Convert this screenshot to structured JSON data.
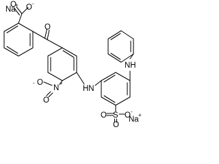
{
  "atom_labels": {
    "na_top": "Na",
    "na_top_charge": "+",
    "carboxylate_o_minus": "O",
    "carboxylate_o_minus_charge": "-",
    "carboxylate_o": "O",
    "ketone_o": "O",
    "nitro_n": "N",
    "nitro_n_charge": "+",
    "nitro_o_minus": "O",
    "nitro_o_minus_charge": "-",
    "nitro_o": "O",
    "amine_nh_left": "HN",
    "amine_nh_right": "NH",
    "sulfonate_s": "S",
    "sulfonate_o_top": "O",
    "sulfonate_o_minus": "O",
    "sulfonate_o_minus_charge": "-",
    "sulfonate_o_bottom": "O",
    "na_bottom": "Na",
    "na_bottom_charge": "+"
  },
  "colors": {
    "bond": "#000000",
    "text": "#000000",
    "background": "#ffffff"
  }
}
